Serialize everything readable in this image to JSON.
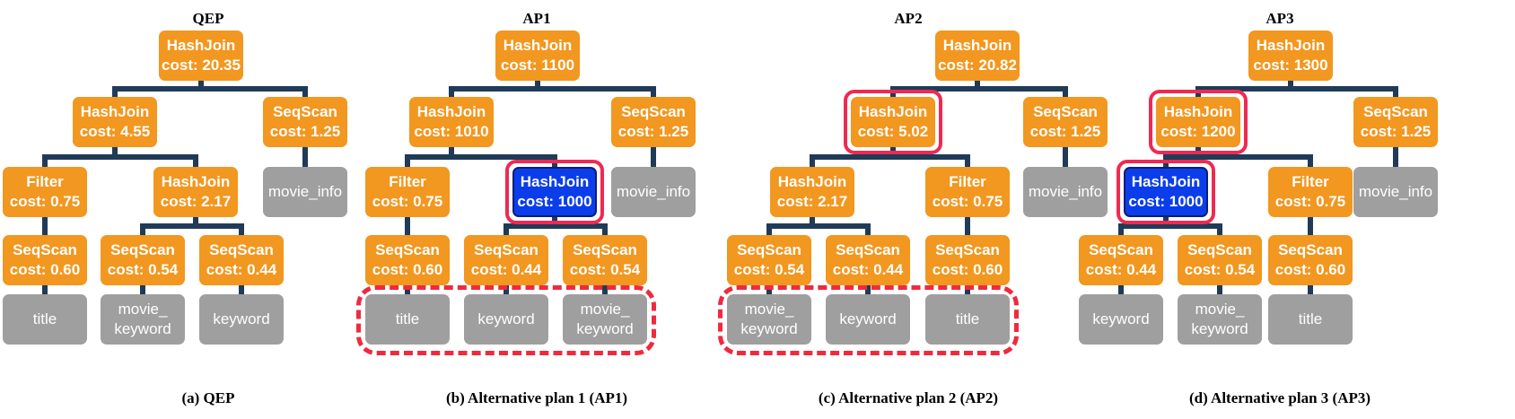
{
  "colors": {
    "operator": "#f2971f",
    "operator_highlight": "#0b3dea",
    "table": "#9f9f9f",
    "edge": "#1f3b57",
    "highlight_border": "#ef2a52"
  },
  "panels": [
    {
      "title": "QEP",
      "caption": "(a) QEP",
      "nodes": [
        {
          "kind": "op",
          "label": "HashJoin",
          "cost": "cost: 20.35"
        },
        {
          "kind": "op",
          "label": "HashJoin",
          "cost": "cost: 4.55"
        },
        {
          "kind": "op",
          "label": "SeqScan",
          "cost": "cost: 1.25"
        },
        {
          "kind": "op",
          "label": "Filter",
          "cost": "cost: 0.75"
        },
        {
          "kind": "op",
          "label": "HashJoin",
          "cost": "cost: 2.17"
        },
        {
          "kind": "table",
          "label": "movie_info"
        },
        {
          "kind": "op",
          "label": "SeqScan",
          "cost": "cost: 0.60"
        },
        {
          "kind": "op",
          "label": "SeqScan",
          "cost": "cost: 0.54"
        },
        {
          "kind": "op",
          "label": "SeqScan",
          "cost": "cost: 0.44"
        },
        {
          "kind": "table",
          "label": "title"
        },
        {
          "kind": "table",
          "label": "movie_\nkeyword"
        },
        {
          "kind": "table",
          "label": "keyword"
        }
      ]
    },
    {
      "title": "AP1",
      "caption": "(b) Alternative plan 1 (AP1)",
      "nodes": [
        {
          "kind": "op",
          "label": "HashJoin",
          "cost": "cost: 1100"
        },
        {
          "kind": "op",
          "label": "HashJoin",
          "cost": "cost: 1010"
        },
        {
          "kind": "op",
          "label": "SeqScan",
          "cost": "cost: 1.25"
        },
        {
          "kind": "op",
          "label": "Filter",
          "cost": "cost: 0.75"
        },
        {
          "kind": "op",
          "label": "HashJoin",
          "cost": "cost: 1000",
          "highlight": true
        },
        {
          "kind": "table",
          "label": "movie_info"
        },
        {
          "kind": "op",
          "label": "SeqScan",
          "cost": "cost: 0.60"
        },
        {
          "kind": "op",
          "label": "SeqScan",
          "cost": "cost: 0.44"
        },
        {
          "kind": "op",
          "label": "SeqScan",
          "cost": "cost: 0.54"
        },
        {
          "kind": "table",
          "label": "title"
        },
        {
          "kind": "table",
          "label": "keyword"
        },
        {
          "kind": "table",
          "label": "movie_\nkeyword"
        }
      ]
    },
    {
      "title": "AP2",
      "caption": "(c) Alternative plan 2 (AP2)",
      "nodes": [
        {
          "kind": "op",
          "label": "HashJoin",
          "cost": "cost: 20.82"
        },
        {
          "kind": "op",
          "label": "HashJoin",
          "cost": "cost: 5.02"
        },
        {
          "kind": "op",
          "label": "SeqScan",
          "cost": "cost: 1.25"
        },
        {
          "kind": "op",
          "label": "HashJoin",
          "cost": "cost: 2.17"
        },
        {
          "kind": "op",
          "label": "Filter",
          "cost": "cost: 0.75"
        },
        {
          "kind": "table",
          "label": "movie_info"
        },
        {
          "kind": "op",
          "label": "SeqScan",
          "cost": "cost: 0.54"
        },
        {
          "kind": "op",
          "label": "SeqScan",
          "cost": "cost: 0.44"
        },
        {
          "kind": "op",
          "label": "SeqScan",
          "cost": "cost: 0.60"
        },
        {
          "kind": "table",
          "label": "movie_\nkeyword"
        },
        {
          "kind": "table",
          "label": "keyword"
        },
        {
          "kind": "table",
          "label": "title"
        }
      ]
    },
    {
      "title": "AP3",
      "caption": "(d) Alternative plan 3 (AP3)",
      "nodes": [
        {
          "kind": "op",
          "label": "HashJoin",
          "cost": "cost: 1300"
        },
        {
          "kind": "op",
          "label": "HashJoin",
          "cost": "cost: 1200"
        },
        {
          "kind": "op",
          "label": "SeqScan",
          "cost": "cost: 1.25"
        },
        {
          "kind": "op",
          "label": "HashJoin",
          "cost": "cost: 1000",
          "highlight": true
        },
        {
          "kind": "op",
          "label": "Filter",
          "cost": "cost: 0.75"
        },
        {
          "kind": "table",
          "label": "movie_info"
        },
        {
          "kind": "op",
          "label": "SeqScan",
          "cost": "cost: 0.44"
        },
        {
          "kind": "op",
          "label": "SeqScan",
          "cost": "cost: 0.54"
        },
        {
          "kind": "op",
          "label": "SeqScan",
          "cost": "cost: 0.60"
        },
        {
          "kind": "table",
          "label": "keyword"
        },
        {
          "kind": "table",
          "label": "movie_\nkeyword"
        },
        {
          "kind": "table",
          "label": "title"
        }
      ]
    }
  ]
}
